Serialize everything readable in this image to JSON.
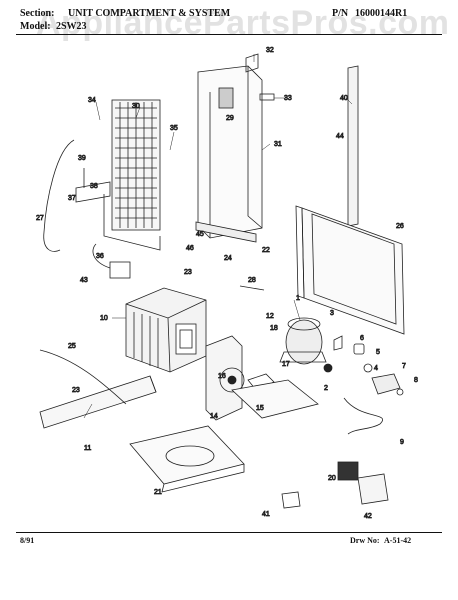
{
  "watermark": "AppliancePartsPros.com",
  "header": {
    "section_label": "Section:",
    "section_value": "UNIT COMPARTMENT & SYSTEM",
    "model_label": "Model:",
    "model_value": "2SW23",
    "pn_label": "P/N",
    "pn_value": "16000144R1"
  },
  "footer": {
    "date": "8/91",
    "drw_label": "Drw No:",
    "drw_value": "A-51-42"
  },
  "part_numbers": [
    "1",
    "2",
    "3",
    "4",
    "5",
    "6",
    "7",
    "8",
    "9",
    "10",
    "11",
    "12",
    "14",
    "15",
    "16",
    "17",
    "18",
    "20",
    "21",
    "22",
    "23",
    "24",
    "25",
    "26",
    "27",
    "28",
    "29",
    "30",
    "31",
    "32",
    "33",
    "34",
    "35",
    "36",
    "37",
    "38",
    "39",
    "40",
    "41",
    "42",
    "43",
    "44",
    "45",
    "46"
  ],
  "part_number_23_second": "23"
}
